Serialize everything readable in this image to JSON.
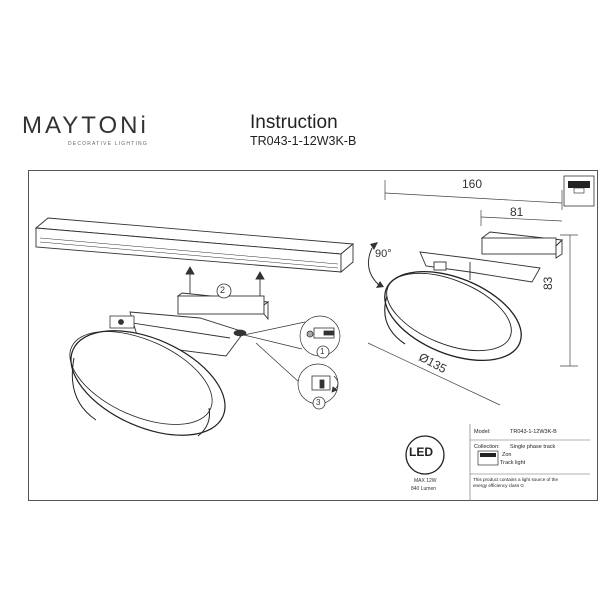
{
  "header": {
    "brand": "MAYTONi",
    "brand_tagline": "DECORATIVE LIGHTING",
    "title": "Instruction",
    "model_code": "TR043-1-12W3K-B"
  },
  "drawing": {
    "steps": [
      "1",
      "2",
      "3"
    ],
    "rotation_label": "90°"
  },
  "dimensions": {
    "length": "160",
    "width": "81",
    "height": "83",
    "diameter": "Ø135"
  },
  "led_badge": {
    "label": "LED",
    "max_power": "MAX 12W",
    "lumen": "840 Lumen"
  },
  "spec_table": {
    "model_label": "Model:",
    "model_value": "TR043-1-12W3K-B",
    "collection_label": "Collection:",
    "collection_value": "Single phase track",
    "zon_label": "Zon",
    "track_light_label": "Track light",
    "efficiency_note_line1": "This product contains a light source of the",
    "efficiency_note_line2": "energy efficiency class G"
  }
}
